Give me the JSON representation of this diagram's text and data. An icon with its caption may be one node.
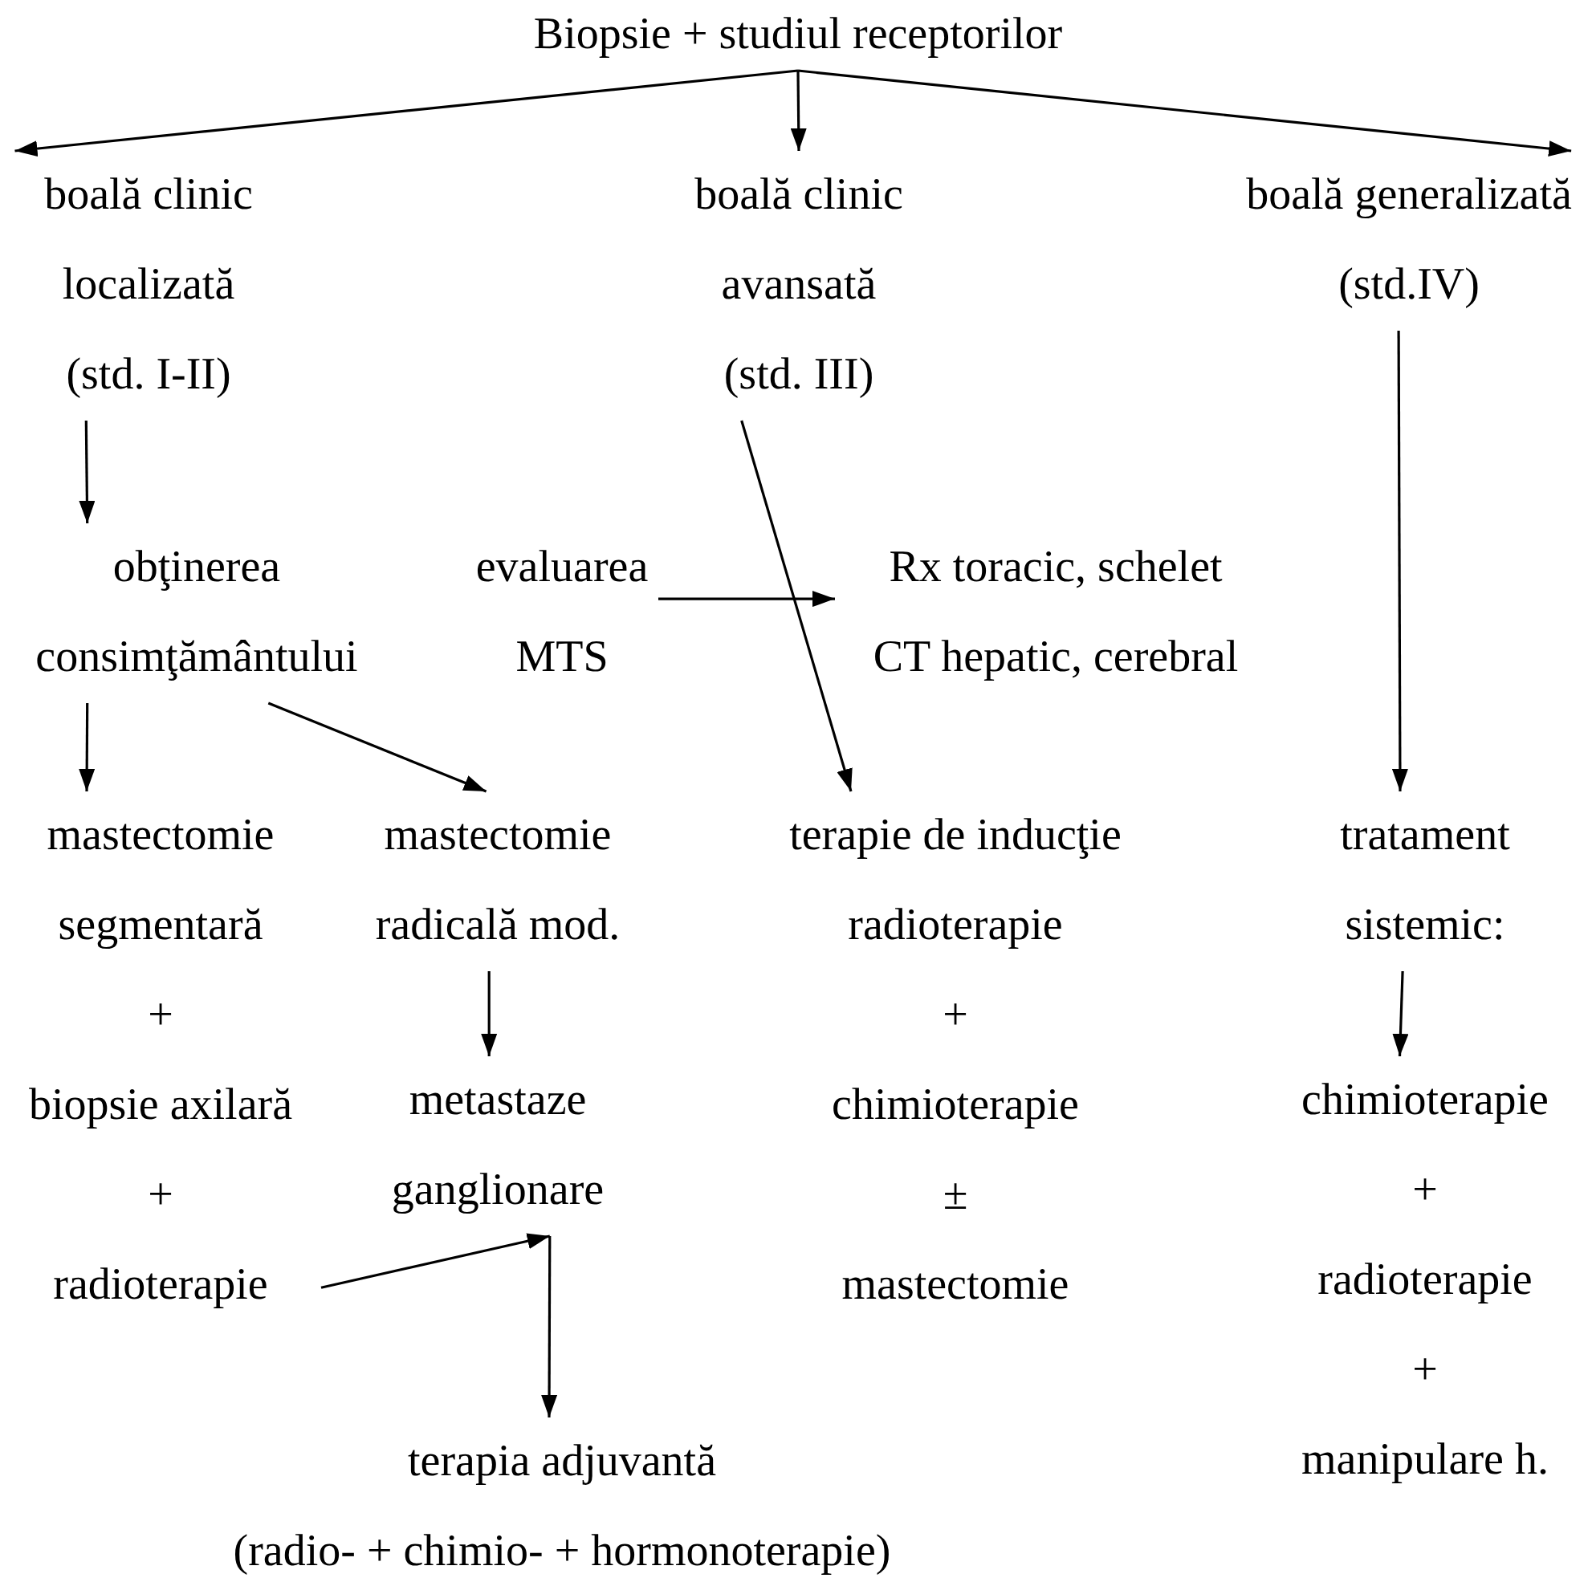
{
  "diagram": {
    "nodes": [
      {
        "text": [
          "Biopsie + studiul receptorilor"
        ]
      },
      {
        "text": [
          "boală clinic",
          "localizată",
          "(std. I-II)"
        ]
      },
      {
        "text": [
          "boală clinic",
          "avansată",
          "(std. III)"
        ]
      },
      {
        "text": [
          "boală generalizată",
          "(std.IV)"
        ]
      },
      {
        "text": [
          "obţinerea",
          "consimţământului"
        ]
      },
      {
        "text": [
          "evaluarea",
          "MTS"
        ]
      },
      {
        "text": [
          "Rx toracic, schelet",
          "CT hepatic, cerebral"
        ]
      },
      {
        "text": [
          "mastectomie",
          "segmentară",
          "+",
          "biopsie axilară",
          "+",
          "radioterapie"
        ]
      },
      {
        "text": [
          "mastectomie",
          "radicală mod."
        ]
      },
      {
        "text": [
          "metastaze",
          "ganglionare"
        ]
      },
      {
        "text": [
          "terapie de inducţie",
          "radioterapie",
          "+",
          "chimioterapie",
          "±",
          "mastectomie"
        ]
      },
      {
        "text": [
          "tratament",
          "sistemic:"
        ]
      },
      {
        "text": [
          "chimioterapie",
          "+",
          "radioterapie",
          "+",
          "manipulare h."
        ]
      },
      {
        "text": [
          "terapia adjuvantă",
          "(radio- + chimio- + hormonoterapie)"
        ]
      }
    ],
    "edges": [
      {
        "from": 0,
        "to": 1,
        "arrow": "to"
      },
      {
        "from": 0,
        "to": 2,
        "arrow": "to"
      },
      {
        "from": 0,
        "to": 3,
        "arrow": "to"
      },
      {
        "from": 1,
        "to": 4,
        "arrow": "to"
      },
      {
        "from": 4,
        "to": 7,
        "arrow": "to"
      },
      {
        "from": 4,
        "to": 8,
        "arrow": "to"
      },
      {
        "from": 2,
        "to": 10,
        "arrow": "to"
      },
      {
        "from": 5,
        "to": 6,
        "arrow": "to"
      },
      {
        "from": 3,
        "to": 11,
        "arrow": "to"
      },
      {
        "from": 8,
        "to": 9,
        "arrow": "to"
      },
      {
        "from": 7,
        "to": 9,
        "arrow": "to"
      },
      {
        "from": 9,
        "to": 13,
        "arrow": "to"
      },
      {
        "from": 11,
        "to": 12,
        "arrow": "to"
      }
    ]
  }
}
